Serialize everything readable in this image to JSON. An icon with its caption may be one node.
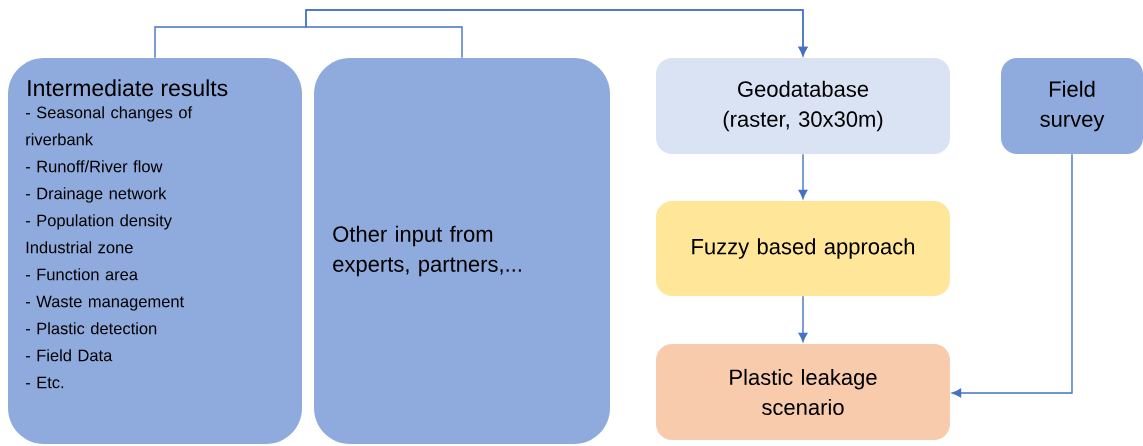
{
  "diagram": {
    "nodes": [
      {
        "text": [
          "Intermediate results",
          "- Seasonal changes of riverbank",
          "- Runoff/River flow",
          "- Drainage network",
          "- Population density",
          "Industrial zone",
          "- Function area",
          "- Waste management",
          "- Plastic detection",
          "- Field Data",
          "- Etc."
        ]
      },
      {
        "text": [
          "Other input from experts, partners,..."
        ]
      },
      {
        "text": [
          "Geodatabase (raster, 30x30m)"
        ]
      },
      {
        "text": [
          "Fuzzy based approach"
        ]
      },
      {
        "text": [
          "Plastic leakage scenario"
        ]
      },
      {
        "text": [
          "Field survey"
        ]
      }
    ],
    "edges": [
      {
        "from": 0,
        "to": 2,
        "arrow": "to"
      },
      {
        "from": 1,
        "to": 2,
        "arrow": "to"
      },
      {
        "from": 2,
        "to": 3,
        "arrow": "to"
      },
      {
        "from": 3,
        "to": 4,
        "arrow": "to"
      },
      {
        "from": 5,
        "to": 4,
        "arrow": "to"
      }
    ]
  }
}
